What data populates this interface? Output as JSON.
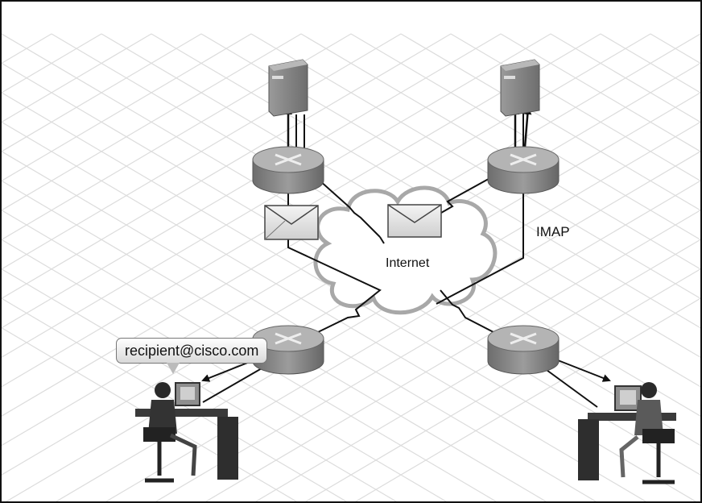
{
  "labels": {
    "internet": "Internet",
    "imap": "IMAP",
    "recipient_address": "recipient@cisco.com"
  },
  "colors": {
    "background": "#ffffff",
    "grid": "#dcdcdc",
    "device": "#8c8c8c",
    "link": "#111111",
    "cloud_outline": "#a8a8a8"
  },
  "icons": [
    "server-icon",
    "router-icon",
    "email-envelope-icon",
    "internet-cloud-icon",
    "person-at-workstation-icon"
  ]
}
